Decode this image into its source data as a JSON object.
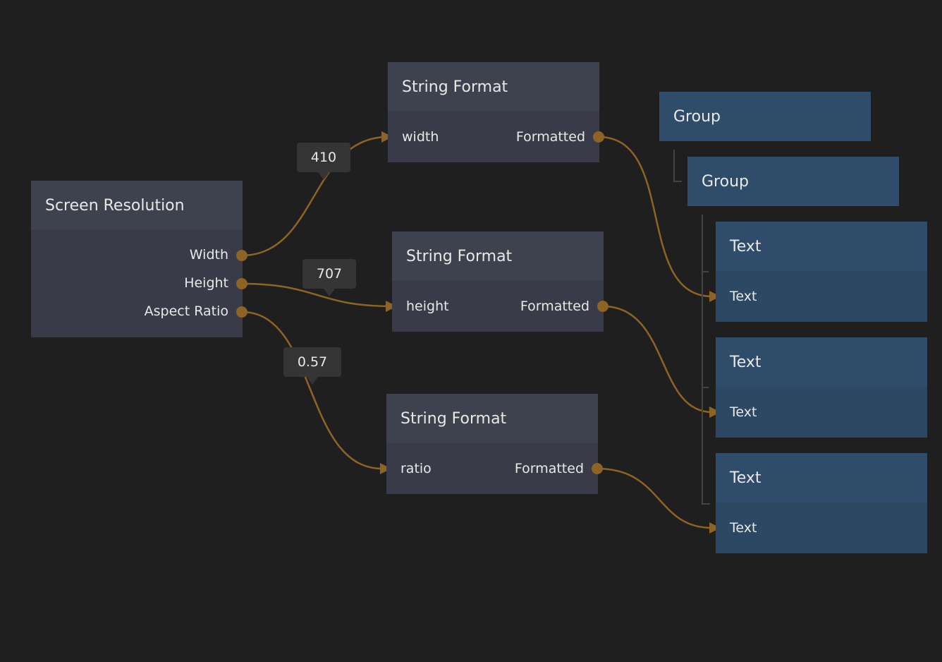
{
  "colors": {
    "wire": "#8d6426",
    "node_header": "#3e424f",
    "node_body": "#393b48",
    "visual_header": "#2f4d6a",
    "visual_body": "#2d4863"
  },
  "nodes": {
    "screen_resolution": {
      "title": "Screen Resolution",
      "outputs": [
        "Width",
        "Height",
        "Aspect Ratio"
      ]
    },
    "format_width": {
      "title": "String Format",
      "input": "width",
      "output": "Formatted"
    },
    "format_height": {
      "title": "String Format",
      "input": "height",
      "output": "Formatted"
    },
    "format_ratio": {
      "title": "String Format",
      "input": "ratio",
      "output": "Formatted"
    },
    "group_outer": {
      "title": "Group"
    },
    "group_inner": {
      "title": "Group"
    },
    "text_1": {
      "title": "Text",
      "input": "Text"
    },
    "text_2": {
      "title": "Text",
      "input": "Text"
    },
    "text_3": {
      "title": "Text",
      "input": "Text"
    }
  },
  "wire_values": {
    "width": "410",
    "height": "707",
    "ratio": "0.57"
  }
}
